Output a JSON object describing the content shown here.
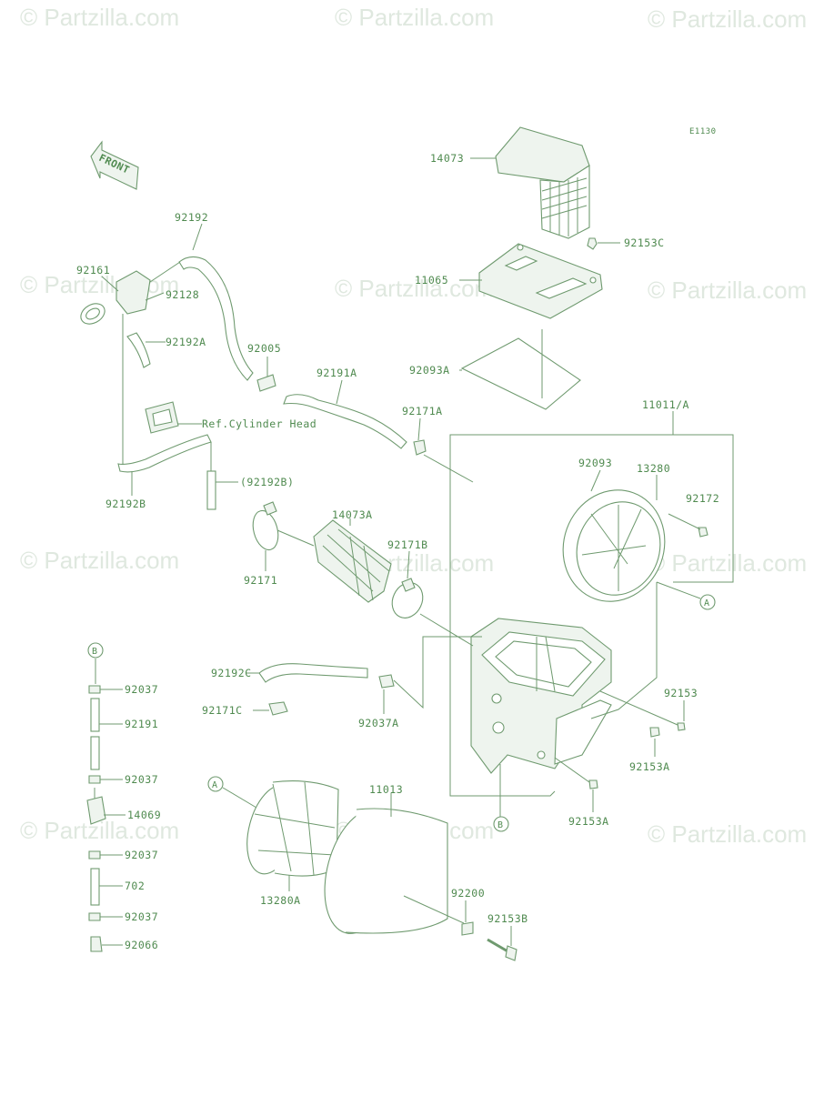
{
  "diagram": {
    "code": "E1130",
    "front_label": "FRONT",
    "ref_label": "Ref.Cylinder Head",
    "watermark": "© Partzilla.com",
    "callouts": {
      "a": "A",
      "b": "B"
    },
    "parts": {
      "p14073": "14073",
      "p92153c": "92153C",
      "p11065": "11065",
      "p92093a": "92093A",
      "p11011a": "11011/A",
      "p92093": "92093",
      "p13280": "13280",
      "p92172": "92172",
      "p92192": "92192",
      "p92161": "92161",
      "p92128": "92128",
      "p92192a": "92192A",
      "p92005": "92005",
      "p92191a": "92191A",
      "p92171a": "92171A",
      "p92192b_paren": "(92192B)",
      "p92192b": "92192B",
      "p14073a": "14073A",
      "p92171b": "92171B",
      "p92171": "92171",
      "p92192c": "92192C",
      "p92171c": "92171C",
      "p92037a": "92037A",
      "p92153": "92153",
      "p92153a_1": "92153A",
      "p92153a_2": "92153A",
      "p92037_1": "92037",
      "p92191": "92191",
      "p92037_2": "92037",
      "p14069": "14069",
      "p92037_3": "92037",
      "p702": "702",
      "p92037_4": "92037",
      "p92066": "92066",
      "p11013": "11013",
      "p13280a": "13280A",
      "p92200": "92200",
      "p92153b": "92153B"
    }
  }
}
